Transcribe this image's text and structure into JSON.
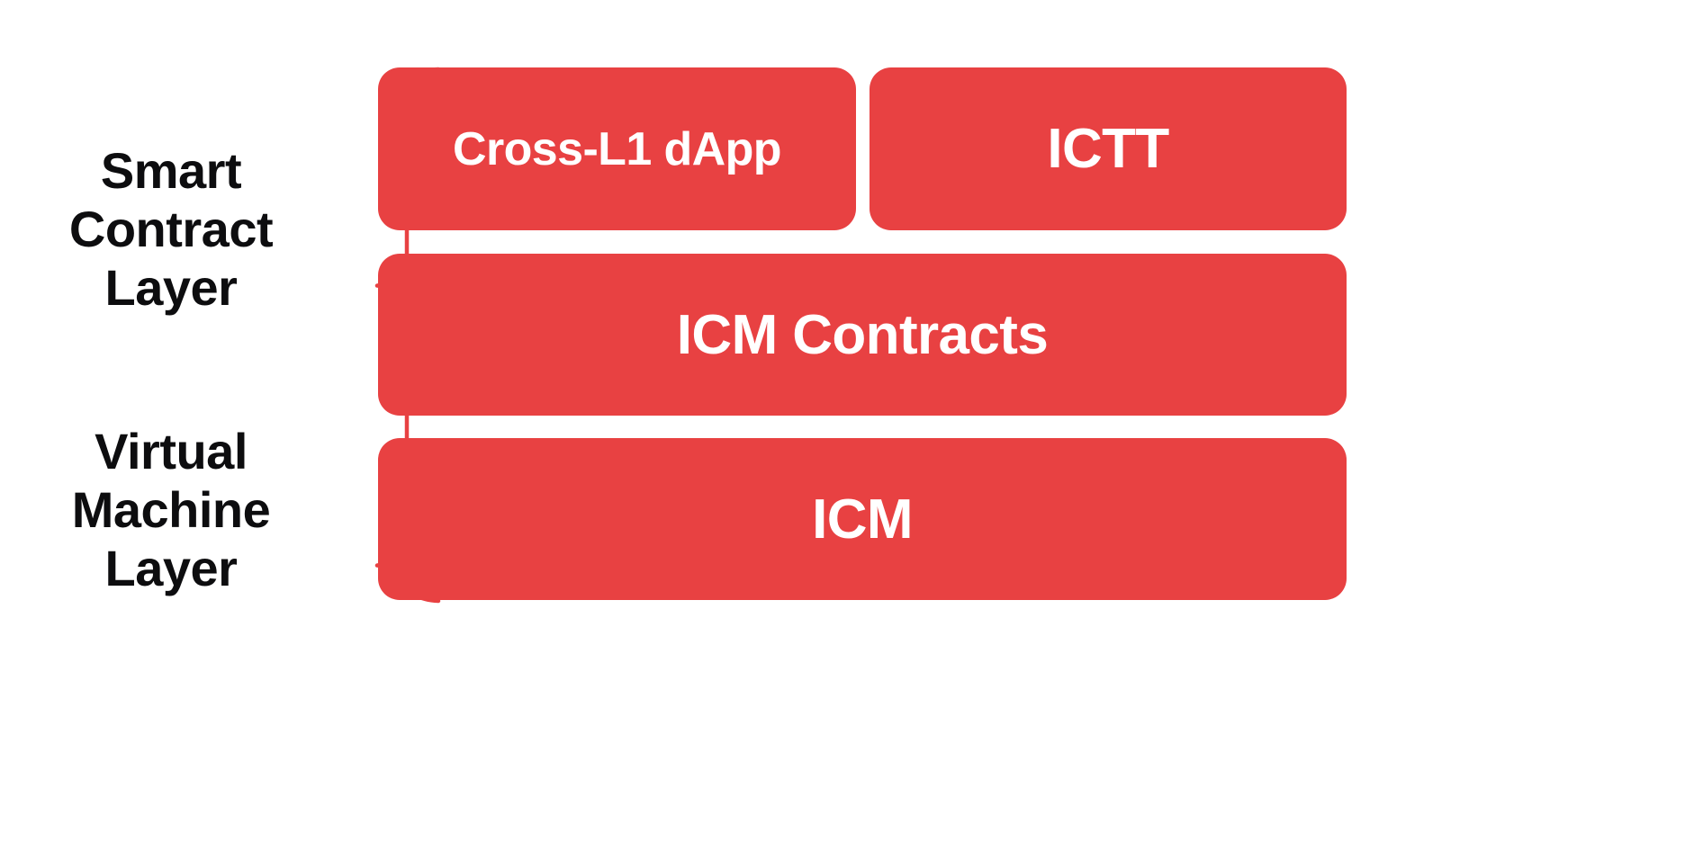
{
  "diagram": {
    "title": "Smart Contract Layer and Virtual Machine Layer stack",
    "background_color": "#FFFFFF",
    "accent_color": "#E84142",
    "box_text_color": "#FFFFFF",
    "label_text_color": "#0D0D0F",
    "groups": [
      {
        "id": "smart-contract-layer",
        "label": "Smart\nContract\nLayer",
        "brace_color": "#E84142",
        "nodes": [
          "cross-l1-dapp",
          "ictt",
          "icm-contracts"
        ]
      },
      {
        "id": "virtual-machine-layer",
        "label": "Virtual\nMachine\nLayer",
        "brace_color": "#E84142",
        "nodes": [
          "icm"
        ]
      }
    ],
    "boxes": [
      {
        "id": "cross-l1-dapp",
        "label": "Cross-L1 dApp",
        "color": "#E84142"
      },
      {
        "id": "ictt",
        "label": "ICTT",
        "color": "#E84142"
      },
      {
        "id": "icm-contracts",
        "label": "ICM Contracts",
        "color": "#E84142"
      },
      {
        "id": "icm",
        "label": "ICM",
        "color": "#E84142"
      }
    ]
  }
}
